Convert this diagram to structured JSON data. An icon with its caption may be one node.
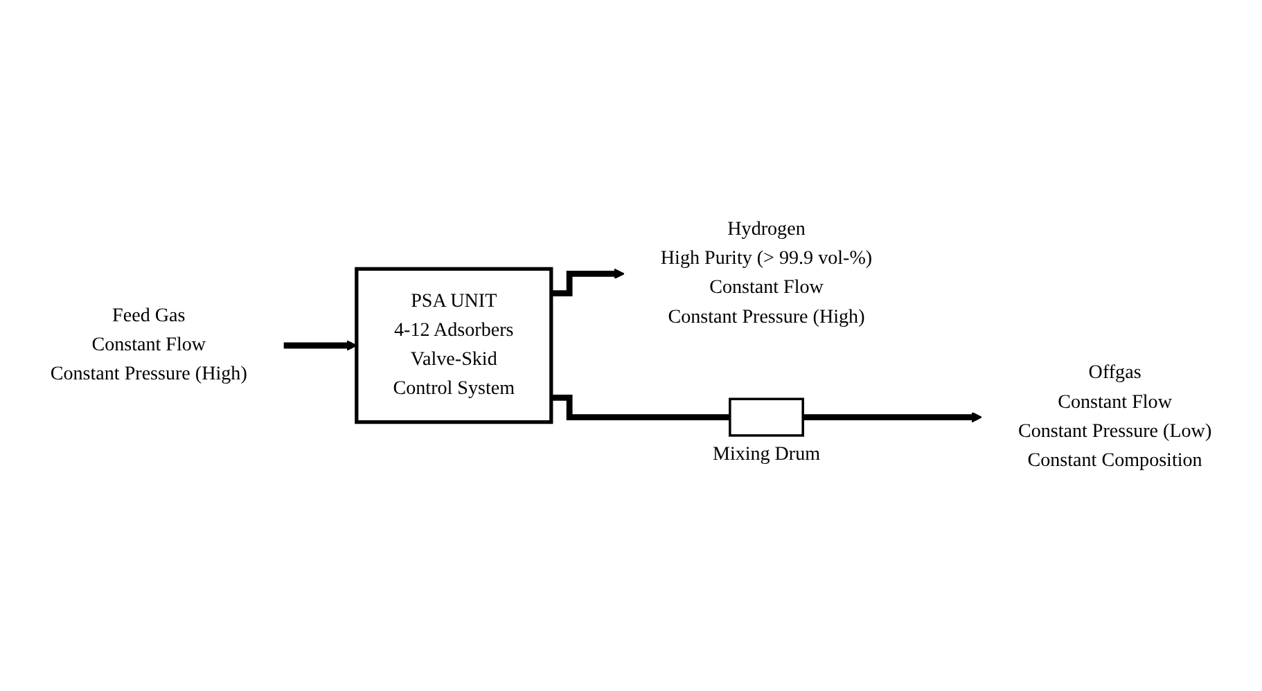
{
  "diagram": {
    "nodes": [
      {
        "text": [
          "PSA UNIT",
          "4-12 Adsorbers",
          "Valve-Skid",
          "Control System"
        ]
      },
      {
        "text": [
          "Feed Gas",
          "Constant Flow",
          "Constant Pressure (High)"
        ]
      },
      {
        "text": [
          "Hydrogen",
          "High Purity (> 99.9 vol-%)",
          "Constant Flow",
          "Constant Pressure (High)"
        ]
      },
      {
        "text": [],
        "shape": "box",
        "beside": [
          "Mixing Drum"
        ]
      },
      {
        "text": [
          "Offgas",
          "Constant Flow",
          "Constant Pressure (Low)",
          "Constant Composition"
        ]
      }
    ],
    "edges": [
      {
        "from": 1,
        "to": 0,
        "arrow": "to"
      },
      {
        "from": 0,
        "to": 2,
        "arrow": "to"
      },
      {
        "from": 0,
        "to": 3,
        "arrow": "none"
      },
      {
        "from": 3,
        "to": 4,
        "arrow": "to"
      }
    ]
  }
}
